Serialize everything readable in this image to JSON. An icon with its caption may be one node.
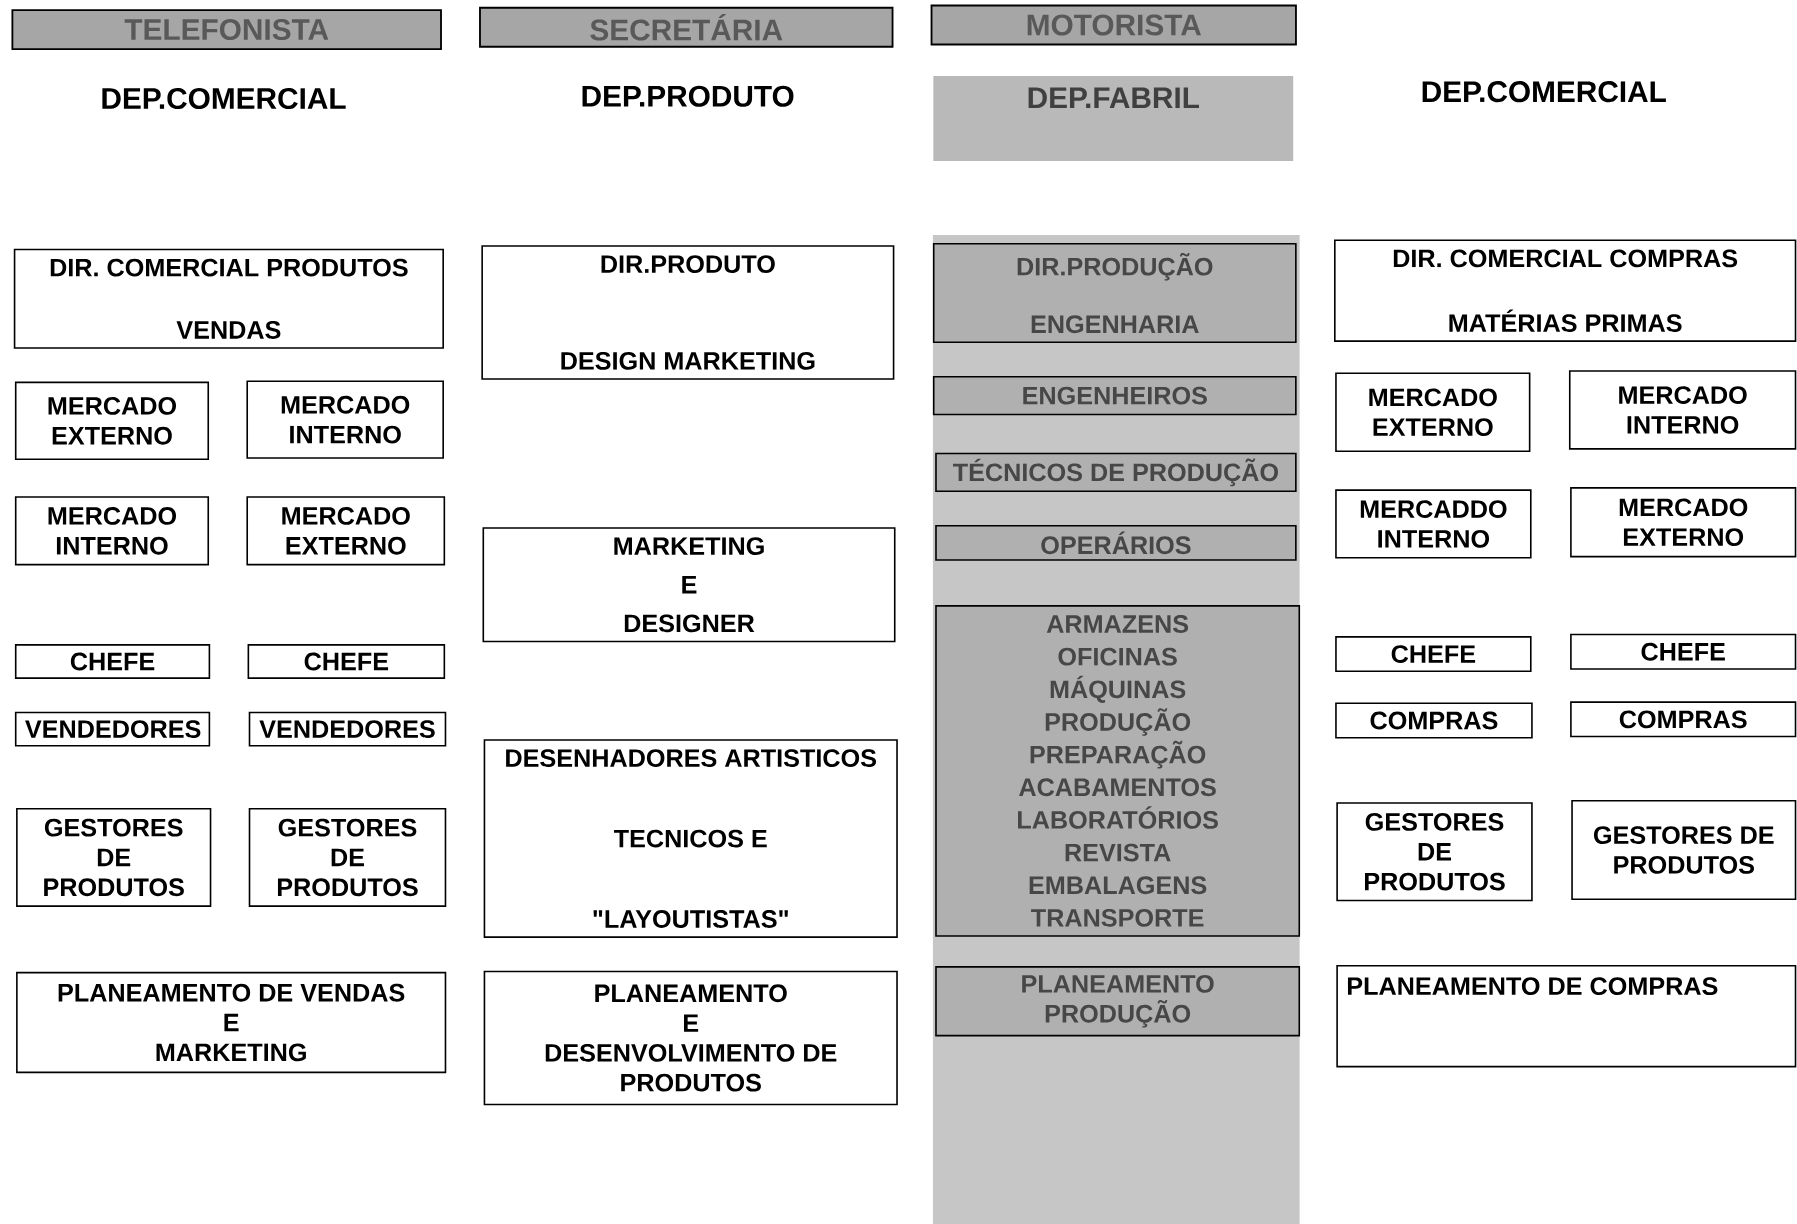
{
  "diagram": {
    "nodes": [
      {
        "text": [
          "TELEFONISTA"
        ]
      },
      {
        "text": [
          "SECRETÁRIA"
        ]
      },
      {
        "text": [
          "MOTORISTA"
        ]
      },
      {
        "text": [
          "DEP.FABRIL"
        ]
      },
      {
        "text": [
          "DIR. COMERCIAL PRODUTOS",
          "VENDAS"
        ]
      },
      {
        "text": [
          "MERCADO EXTERNO"
        ]
      },
      {
        "text": [
          "MERCADO INTERNO"
        ]
      },
      {
        "text": [
          "MERCADO INTERNO"
        ]
      },
      {
        "text": [
          "MERCADO EXTERNO"
        ]
      },
      {
        "text": [
          "CHEFE"
        ]
      },
      {
        "text": [
          "CHEFE"
        ]
      },
      {
        "text": [
          "VENDEDORES"
        ]
      },
      {
        "text": [
          "VENDEDORES"
        ]
      },
      {
        "text": [
          "GESTORES DE PRODUTOS"
        ]
      },
      {
        "text": [
          "GESTORES DE PRODUTOS"
        ]
      },
      {
        "text": [
          "PLANEAMENTO DE VENDAS",
          "E",
          "MARKETING"
        ]
      },
      {
        "text": [
          "DIR.PRODUTO",
          "DESIGN MARKETING"
        ]
      },
      {
        "text": [
          "MARKETING",
          "E",
          "DESIGNER"
        ]
      },
      {
        "text": [
          "DESENHADORES ARTISTICOS",
          "TECNICOS E",
          "\"LAYOUTISTAS\""
        ]
      },
      {
        "text": [
          "PLANEAMENTO",
          "E",
          "DESENVOLVIMENTO DE PRODUTOS"
        ]
      },
      {
        "text": [
          "DIR.PRODUÇÃO",
          "ENGENHARIA"
        ]
      },
      {
        "text": [
          "ENGENHEIROS"
        ]
      },
      {
        "text": [
          "TÉCNICOS DE PRODUÇÃO"
        ]
      },
      {
        "text": [
          "OPERÁRIOS"
        ]
      },
      {
        "text": [
          "ARMAZENS",
          "OFICINAS",
          "MÁQUINAS",
          "PRODUÇÃO",
          "PREPARAÇÃO",
          "ACABAMENTOS",
          "LABORATÓRIOS",
          "REVISTA",
          "EMBALAGENS",
          "TRANSPORTE"
        ]
      },
      {
        "text": [
          "PLANEAMENTO PRODUÇÃO"
        ]
      },
      {
        "text": [
          "DIR. COMERCIAL COMPRAS",
          "MATÉRIAS PRIMAS"
        ]
      },
      {
        "text": [
          "MERCADO EXTERNO"
        ]
      },
      {
        "text": [
          "MERCADO INTERNO"
        ]
      },
      {
        "text": [
          "MERCADDO INTERNO"
        ]
      },
      {
        "text": [
          "MERCADO EXTERNO"
        ]
      },
      {
        "text": [
          "CHEFE"
        ]
      },
      {
        "text": [
          "CHEFE"
        ]
      },
      {
        "text": [
          "COMPRAS"
        ]
      },
      {
        "text": [
          "COMPRAS"
        ]
      },
      {
        "text": [
          "GESTORES DE PRODUTOS"
        ]
      },
      {
        "text": [
          "GESTORES DE PRODUTOS"
        ]
      },
      {
        "text": [
          "PLANEAMENTO DE COMPRAS"
        ]
      }
    ],
    "labels": [
      "DEP.COMERCIAL",
      "DEP.PRODUTO",
      "DEP.COMERCIAL"
    ]
  }
}
